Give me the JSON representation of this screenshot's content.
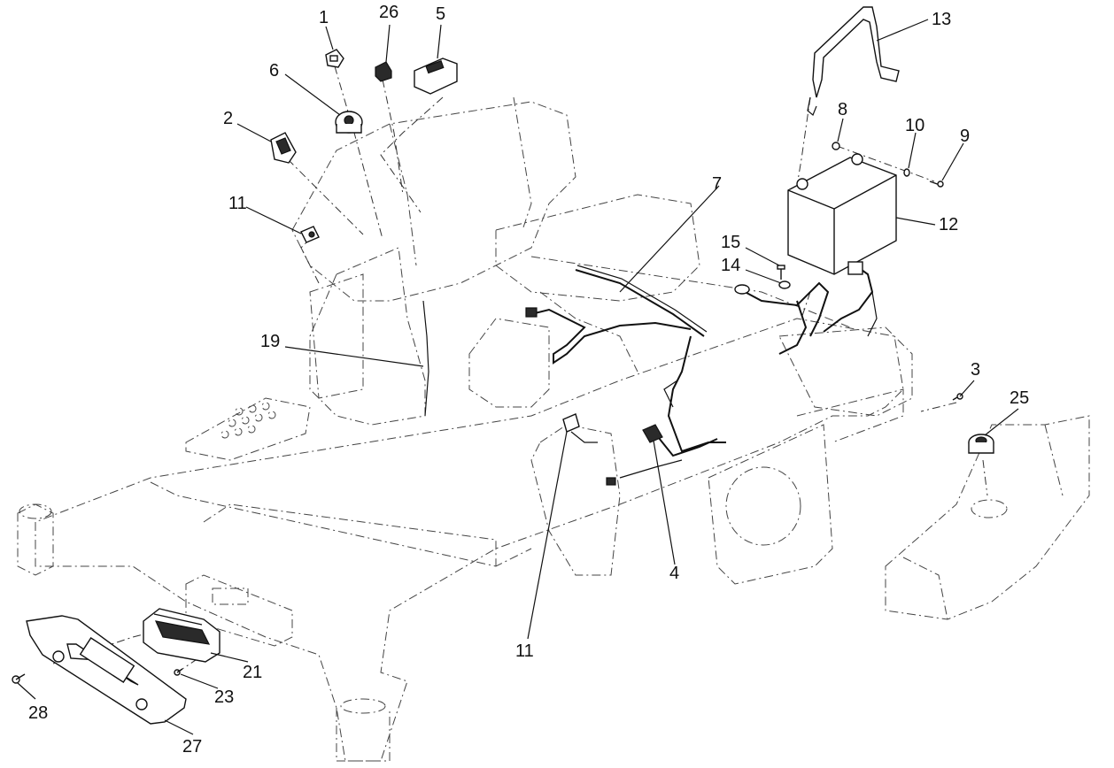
{
  "callouts": [
    {
      "id": "c1",
      "label": "1"
    },
    {
      "id": "c26",
      "label": "26"
    },
    {
      "id": "c5",
      "label": "5"
    },
    {
      "id": "c6",
      "label": "6"
    },
    {
      "id": "c2",
      "label": "2"
    },
    {
      "id": "c11a",
      "label": "11"
    },
    {
      "id": "c13",
      "label": "13"
    },
    {
      "id": "c8",
      "label": "8"
    },
    {
      "id": "c10",
      "label": "10"
    },
    {
      "id": "c9",
      "label": "9"
    },
    {
      "id": "c12",
      "label": "12"
    },
    {
      "id": "c7",
      "label": "7"
    },
    {
      "id": "c15",
      "label": "15"
    },
    {
      "id": "c14",
      "label": "14"
    },
    {
      "id": "c19",
      "label": "19"
    },
    {
      "id": "c3",
      "label": "3"
    },
    {
      "id": "c25",
      "label": "25"
    },
    {
      "id": "c4",
      "label": "4"
    },
    {
      "id": "c11b",
      "label": "11"
    },
    {
      "id": "c21",
      "label": "21"
    },
    {
      "id": "c23",
      "label": "23"
    },
    {
      "id": "c28",
      "label": "28"
    },
    {
      "id": "c27",
      "label": "27"
    }
  ]
}
